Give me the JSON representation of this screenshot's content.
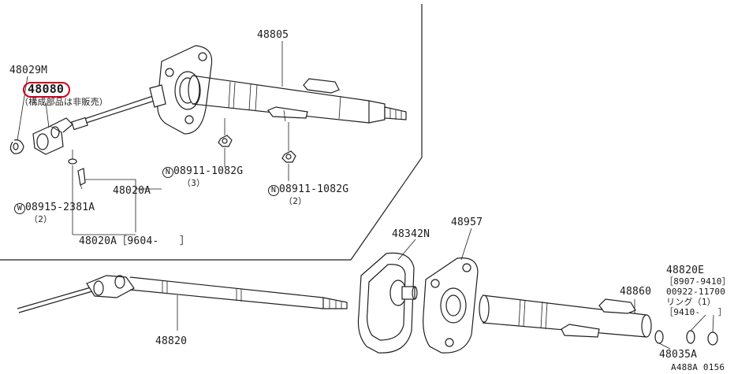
{
  "upper_group": {
    "p48805": "48805",
    "p48029m": "48029M",
    "p48080": "48080",
    "note_not_sold": "（構成部品は非販売）",
    "nut1_symbol": "N",
    "nut1_code": "08911-1082G",
    "nut1_qty": "（3）",
    "nut2_symbol": "N",
    "nut2_code": "08911-1082G",
    "nut2_qty": "（2）",
    "p48020a": "48020A",
    "washer_symbol": "W",
    "washer_code": "08915-2381A",
    "washer_qty": "（2）",
    "p48020a_date": "48020A［9604-　　］"
  },
  "lower_group": {
    "p48342n": "48342N",
    "p48957": "48957",
    "p48820": "48820",
    "p48860": "48860",
    "p48820e": "48820E",
    "p48820e_date": "［8907-9410］",
    "ring_code": "00922-11700",
    "ring_name": "リング（1）",
    "ring_date": "［9410-　　］",
    "p48035a": "48035A"
  },
  "figure_code": "A488A 0156",
  "highlight_color": "#d0021b"
}
